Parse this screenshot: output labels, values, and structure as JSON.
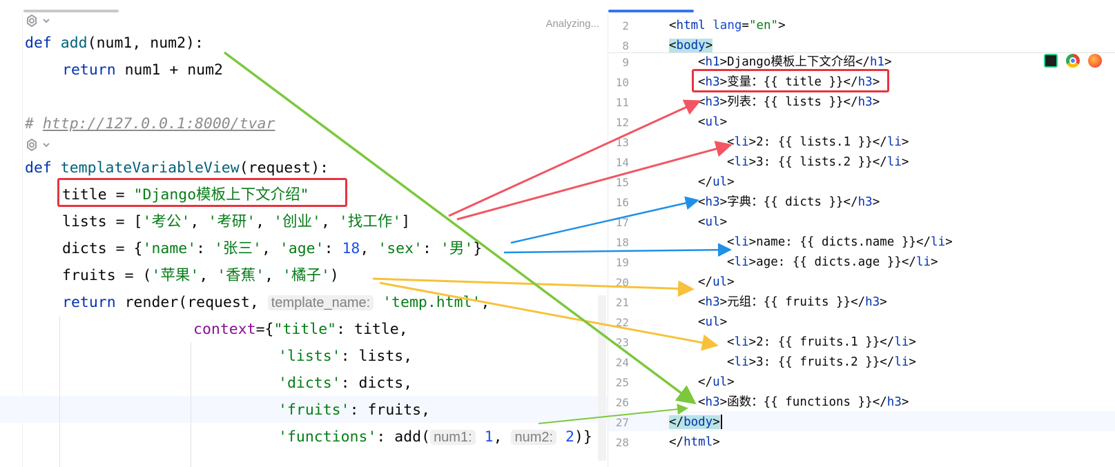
{
  "status": {
    "analyzing": "Analyzing..."
  },
  "left_code": {
    "def_add": "def",
    "add_name": "add",
    "add_params": "(num1, num2):",
    "return_kw": "return",
    "add_body": " num1 + num2",
    "comment_hash": "# ",
    "comment_url": "http://127.0.0.1:8000/tvar",
    "def_view": "def",
    "view_name": "templateVariableView",
    "view_params": "(request):",
    "title_lhs": "title = ",
    "title_val": "\"Django模板上下文介绍\"",
    "lists_lhs": "lists = [",
    "lists_v1": "'考公'",
    "lists_v2": "'考研'",
    "lists_v3": "'创业'",
    "lists_v4": "'找工作'",
    "lists_end": "]",
    "dicts_lhs": "dicts = {",
    "dicts_k1": "'name'",
    "dicts_v1": "'张三'",
    "dicts_k2": "'age'",
    "dicts_v2": "18",
    "dicts_k3": "'sex'",
    "dicts_v3": "'男'",
    "dicts_end": "}",
    "fruits_lhs": "fruits = (",
    "fruits_v1": "'苹果'",
    "fruits_v2": "'香蕉'",
    "fruits_v3": "'橘子'",
    "fruits_end": ")",
    "return2_kw": "return",
    "render_call": " render(request, ",
    "hint_template": "template_name:",
    "template_val": "'temp.html'",
    "comma": ",",
    "context_kw": "context",
    "context_eq": "={",
    "ctx_title_k": "\"title\"",
    "ctx_title_v": ": title,",
    "ctx_lists_k": "'lists'",
    "ctx_lists_v": ": lists,",
    "ctx_dicts_k": "'dicts'",
    "ctx_dicts_v": ": dicts,",
    "ctx_fruits_k": "'fruits'",
    "ctx_fruits_v": ": fruits,",
    "ctx_func_k": "'functions'",
    "ctx_func_v": ": add(",
    "hint_num1": "num1:",
    "num1_val": "1",
    "hint_num2": "num2:",
    "num2_val": "2",
    "call_end": ")}"
  },
  "right_code": {
    "lines": [
      {
        "no": "2",
        "text": "<html lang=\"en\">"
      },
      {
        "no": "8",
        "text": "<body>"
      },
      {
        "no": "9",
        "text": "<h1>Django模板上下文介绍</h1>"
      },
      {
        "no": "10",
        "text": "<h3>变量：{{ title }}</h3>"
      },
      {
        "no": "11",
        "text": "<h3>列表：{{ lists }}</h3>"
      },
      {
        "no": "12",
        "text": "<ul>"
      },
      {
        "no": "13",
        "text": "<li>2: {{ lists.1 }}</li>"
      },
      {
        "no": "14",
        "text": "<li>3: {{ lists.2 }}</li>"
      },
      {
        "no": "15",
        "text": "</ul>"
      },
      {
        "no": "16",
        "text": "<h3>字典：{{ dicts }}</h3>"
      },
      {
        "no": "17",
        "text": "<ul>"
      },
      {
        "no": "18",
        "text": "<li>name: {{ dicts.name }}</li>"
      },
      {
        "no": "19",
        "text": "<li>age: {{ dicts.age }}</li>"
      },
      {
        "no": "20",
        "text": "</ul>"
      },
      {
        "no": "21",
        "text": "<h3>元组：{{ fruits }}</h3>"
      },
      {
        "no": "22",
        "text": "<ul>"
      },
      {
        "no": "23",
        "text": "<li>2: {{ fruits.1 }}</li>"
      },
      {
        "no": "24",
        "text": "<li>3: {{ fruits.2 }}</li>"
      },
      {
        "no": "25",
        "text": "</ul>"
      },
      {
        "no": "26",
        "text": "<h3>函数：{{ functions }}</h3>"
      },
      {
        "no": "27",
        "text": "</body>"
      },
      {
        "no": "28",
        "text": "</html>"
      }
    ]
  },
  "colors": {
    "arrow_red": "#f25563",
    "arrow_blue": "#1e90e8",
    "arrow_yellow": "#f8c13a",
    "arrow_green": "#7cc83c",
    "highlight_box": "#e8333f",
    "tab_indicator": "#3574f0"
  },
  "icons": {
    "vcs": "vcs-author-icon",
    "pycharm": "pycharm-icon",
    "chrome": "chrome-icon",
    "firefox": "firefox-icon"
  }
}
